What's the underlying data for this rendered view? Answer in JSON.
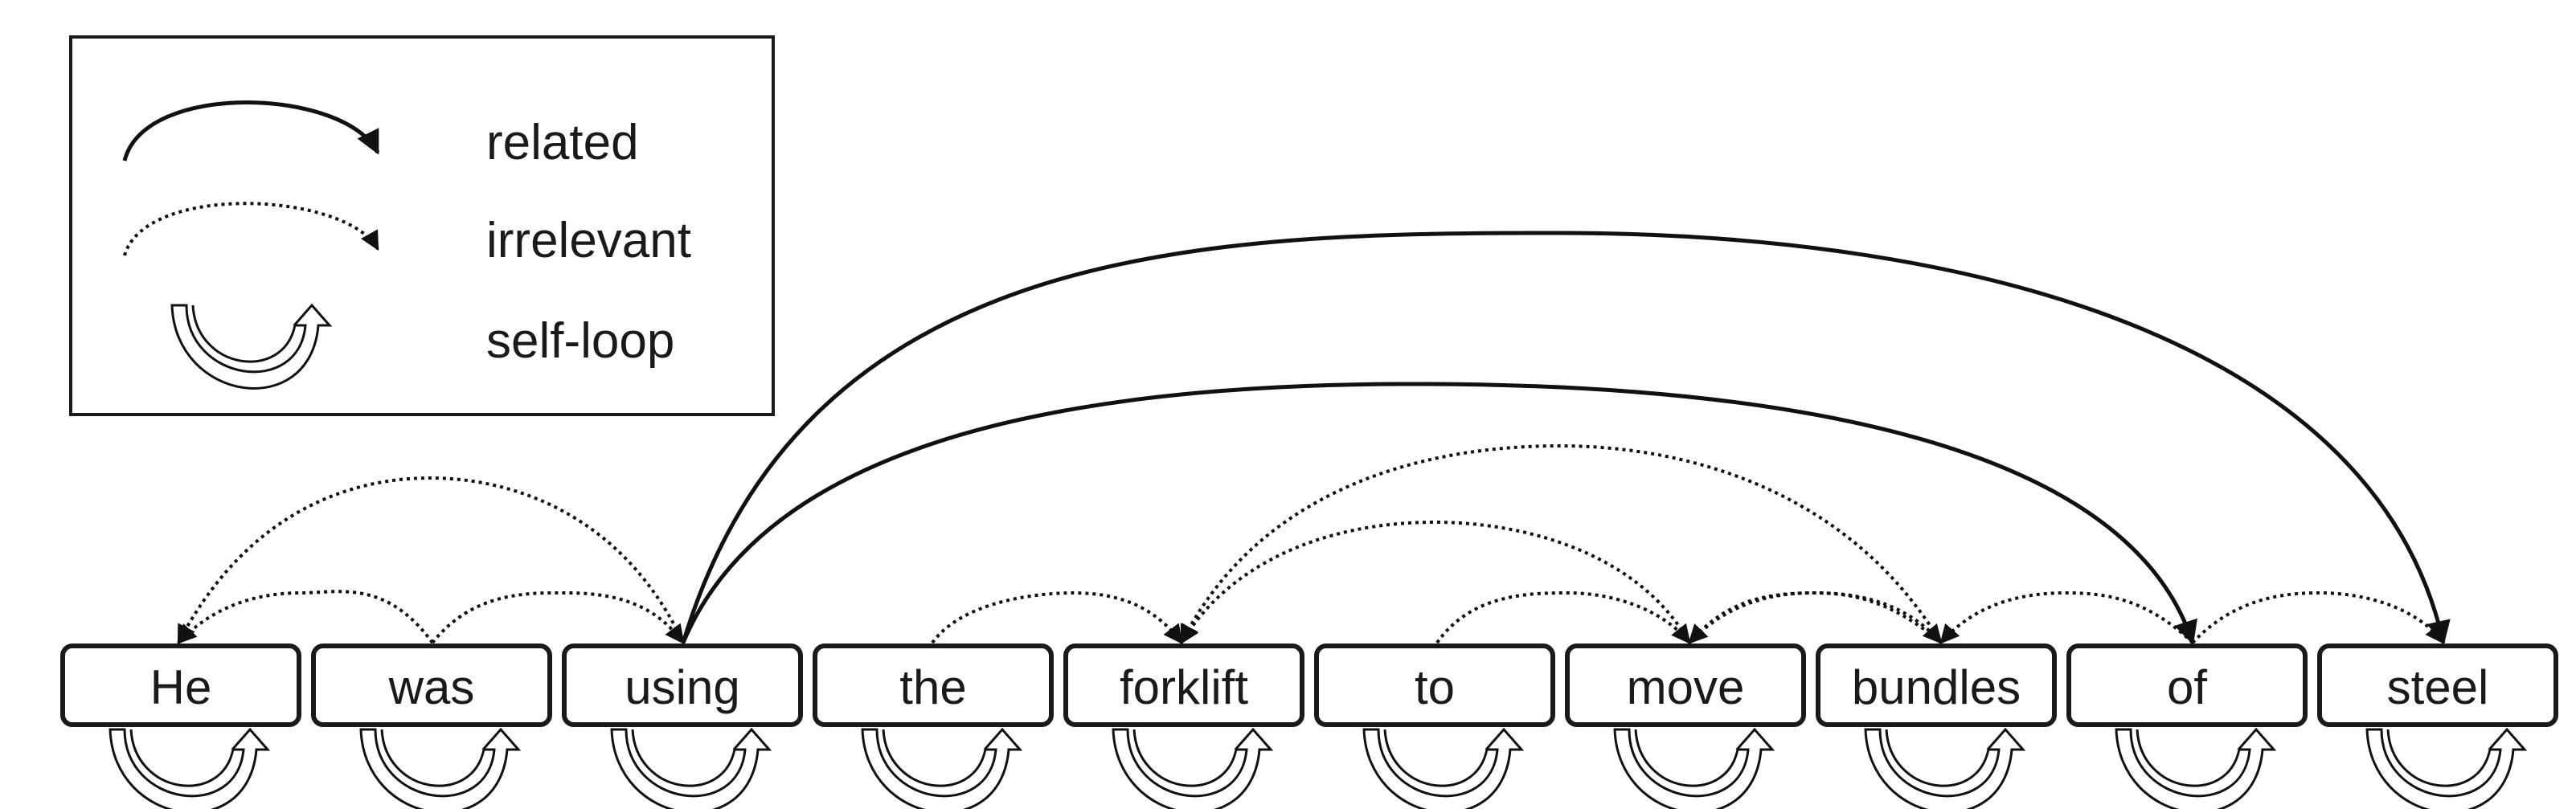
{
  "legend": {
    "related_label": "related",
    "irrelevant_label": "irrelevant",
    "self_loop_label": "self-loop"
  },
  "tokens": [
    "He",
    "was",
    "using",
    "the",
    "forklift",
    "to",
    "move",
    "bundles",
    "of",
    "steel"
  ],
  "edges": {
    "related": [
      {
        "from": "using",
        "to": "of"
      },
      {
        "from": "using",
        "to": "steel"
      }
    ],
    "irrelevant": [
      {
        "from": "using",
        "to": "He"
      },
      {
        "from": "was",
        "to": "He"
      },
      {
        "from": "was",
        "to": "using"
      },
      {
        "from": "the",
        "to": "forklift"
      },
      {
        "from": "move",
        "to": "forklift"
      },
      {
        "from": "bundles",
        "to": "forklift"
      },
      {
        "from": "to",
        "to": "move"
      },
      {
        "from": "bundles",
        "to": "move"
      },
      {
        "from": "of",
        "to": "bundles"
      },
      {
        "from": "move",
        "to": "bundles"
      },
      {
        "from": "of",
        "to": "steel"
      }
    ]
  },
  "self_loops": "all-tokens",
  "colors": {
    "stroke": "#111111",
    "background": "#ffffff"
  }
}
